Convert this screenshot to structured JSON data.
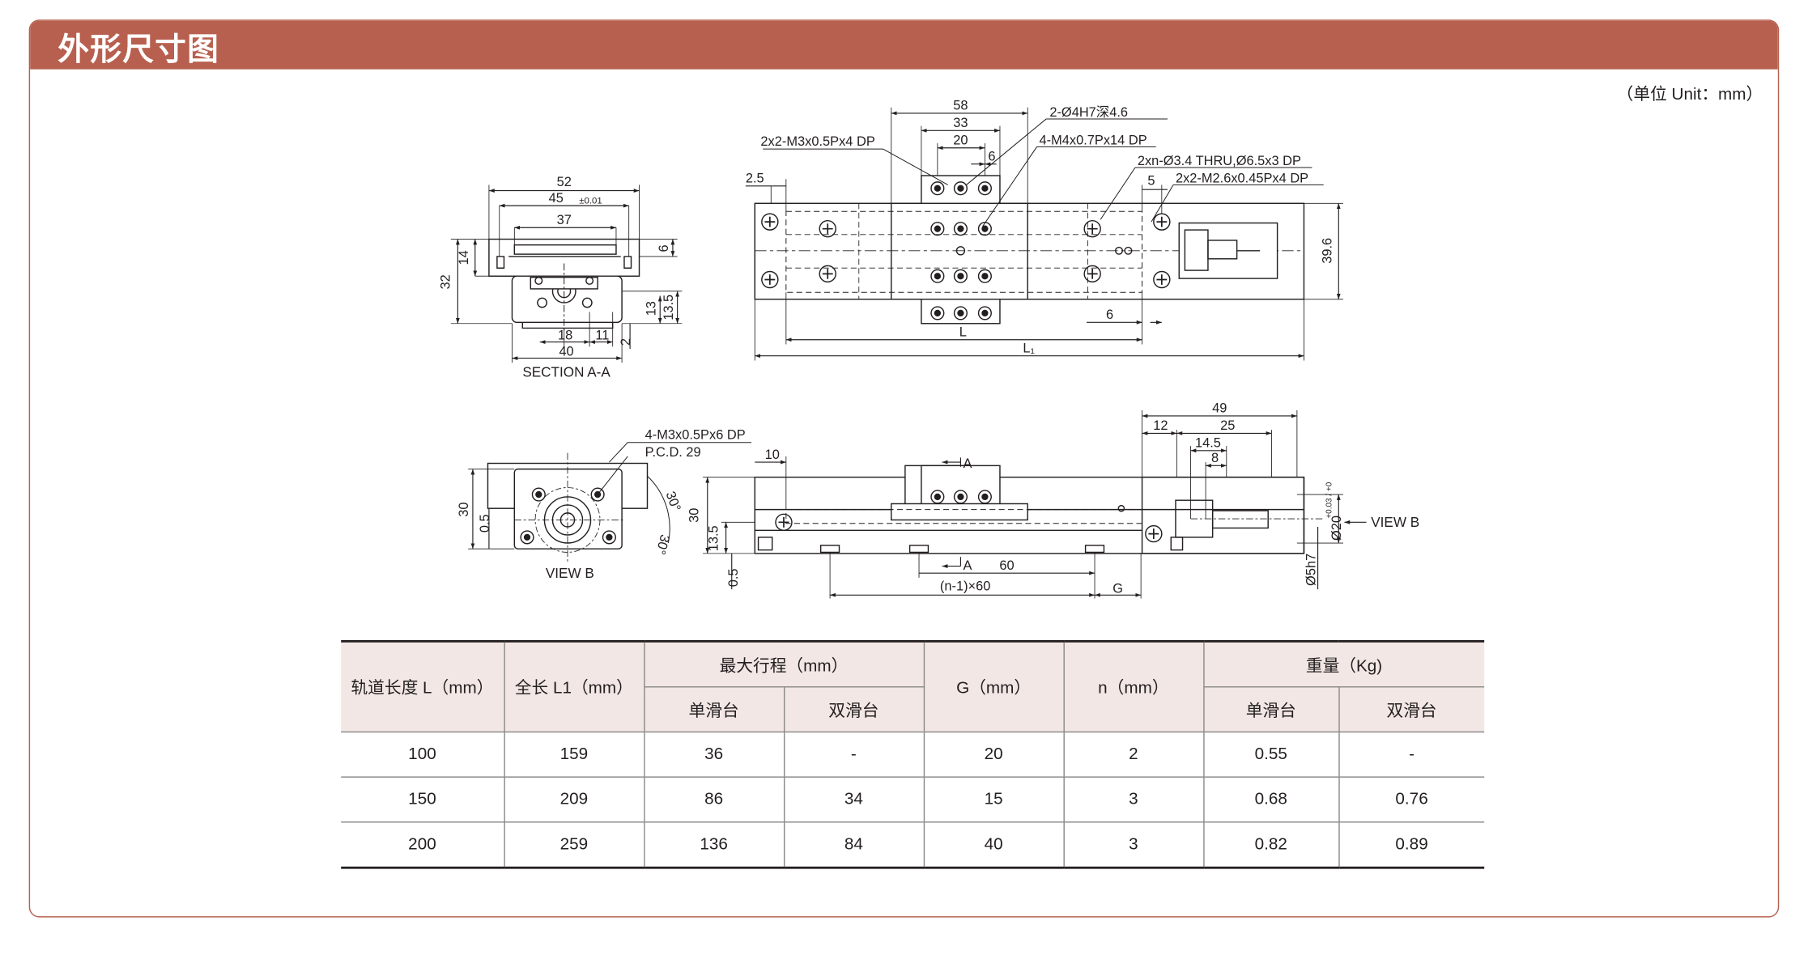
{
  "header": {
    "title": "外形尺寸图"
  },
  "unit_note": "（单位 Unit：mm）",
  "drawing": {
    "section_aa": {
      "caption": "SECTION A-A",
      "dims": {
        "w52": "52",
        "w45": "45",
        "tol45": "±0.01",
        "w37": "37",
        "h14": "14",
        "h32": "32",
        "h6": "6",
        "h13": "13",
        "h13_5": "13.5",
        "w18": "18",
        "w11": "11",
        "w40": "40",
        "h2": "2"
      }
    },
    "top_view": {
      "dims": {
        "w58": "58",
        "w33": "33",
        "w20": "20",
        "w6a": "6",
        "d2_5": "2.5",
        "w5": "5",
        "w6b": "6",
        "h39_6": "39.6",
        "L": "L",
        "L1": "L₁"
      },
      "callouts": [
        "2x2-M3x0.5Px4 DP",
        "2-Ø4H7深4.6",
        "4-M4x0.7Px14 DP",
        "2xn-Ø3.4 THRU,Ø6.5x3 DP",
        "2x2-M2.6x0.45Px4 DP"
      ]
    },
    "view_b": {
      "caption": "VIEW B",
      "callouts": [
        "4-M3x0.5Px6 DP",
        "P.C.D. 29"
      ],
      "dims": {
        "h30": "30",
        "h0_5": "0.5",
        "ang1": "30°",
        "ang2": "30°"
      }
    },
    "side_view": {
      "dims": {
        "w10": "10",
        "h30": "30",
        "h13_5": "13.5",
        "h0_5": "0.5",
        "w49": "49",
        "w12": "12",
        "w25": "25",
        "w14_5": "14.5",
        "w8": "8",
        "A_top": "A",
        "A_bottom": "A",
        "w60": "60",
        "pitch": "(n-1)×60",
        "G": "G",
        "dia20": "Ø20",
        "tol20": "+0.03 / +0",
        "dia5": "Ø5h7",
        "view_b_arrow": "VIEW B"
      }
    }
  },
  "table": {
    "headers": {
      "rail_length": "轨道长度 L（mm）",
      "total_length": "全长 L1（mm）",
      "max_stroke": "最大行程（mm）",
      "g": "G（mm）",
      "n": "n（mm）",
      "weight": "重量（Kg)",
      "single": "单滑台",
      "double": "双滑台"
    },
    "rows": [
      [
        "100",
        "159",
        "36",
        "-",
        "20",
        "2",
        "0.55",
        "-"
      ],
      [
        "150",
        "209",
        "86",
        "34",
        "15",
        "3",
        "0.68",
        "0.76"
      ],
      [
        "200",
        "259",
        "136",
        "84",
        "40",
        "3",
        "0.82",
        "0.89"
      ]
    ]
  },
  "colors": {
    "header_bar": "#b8604f",
    "panel_border": "#b6604f",
    "table_header_bg": "#f2e7e4",
    "text": "#231f20"
  }
}
